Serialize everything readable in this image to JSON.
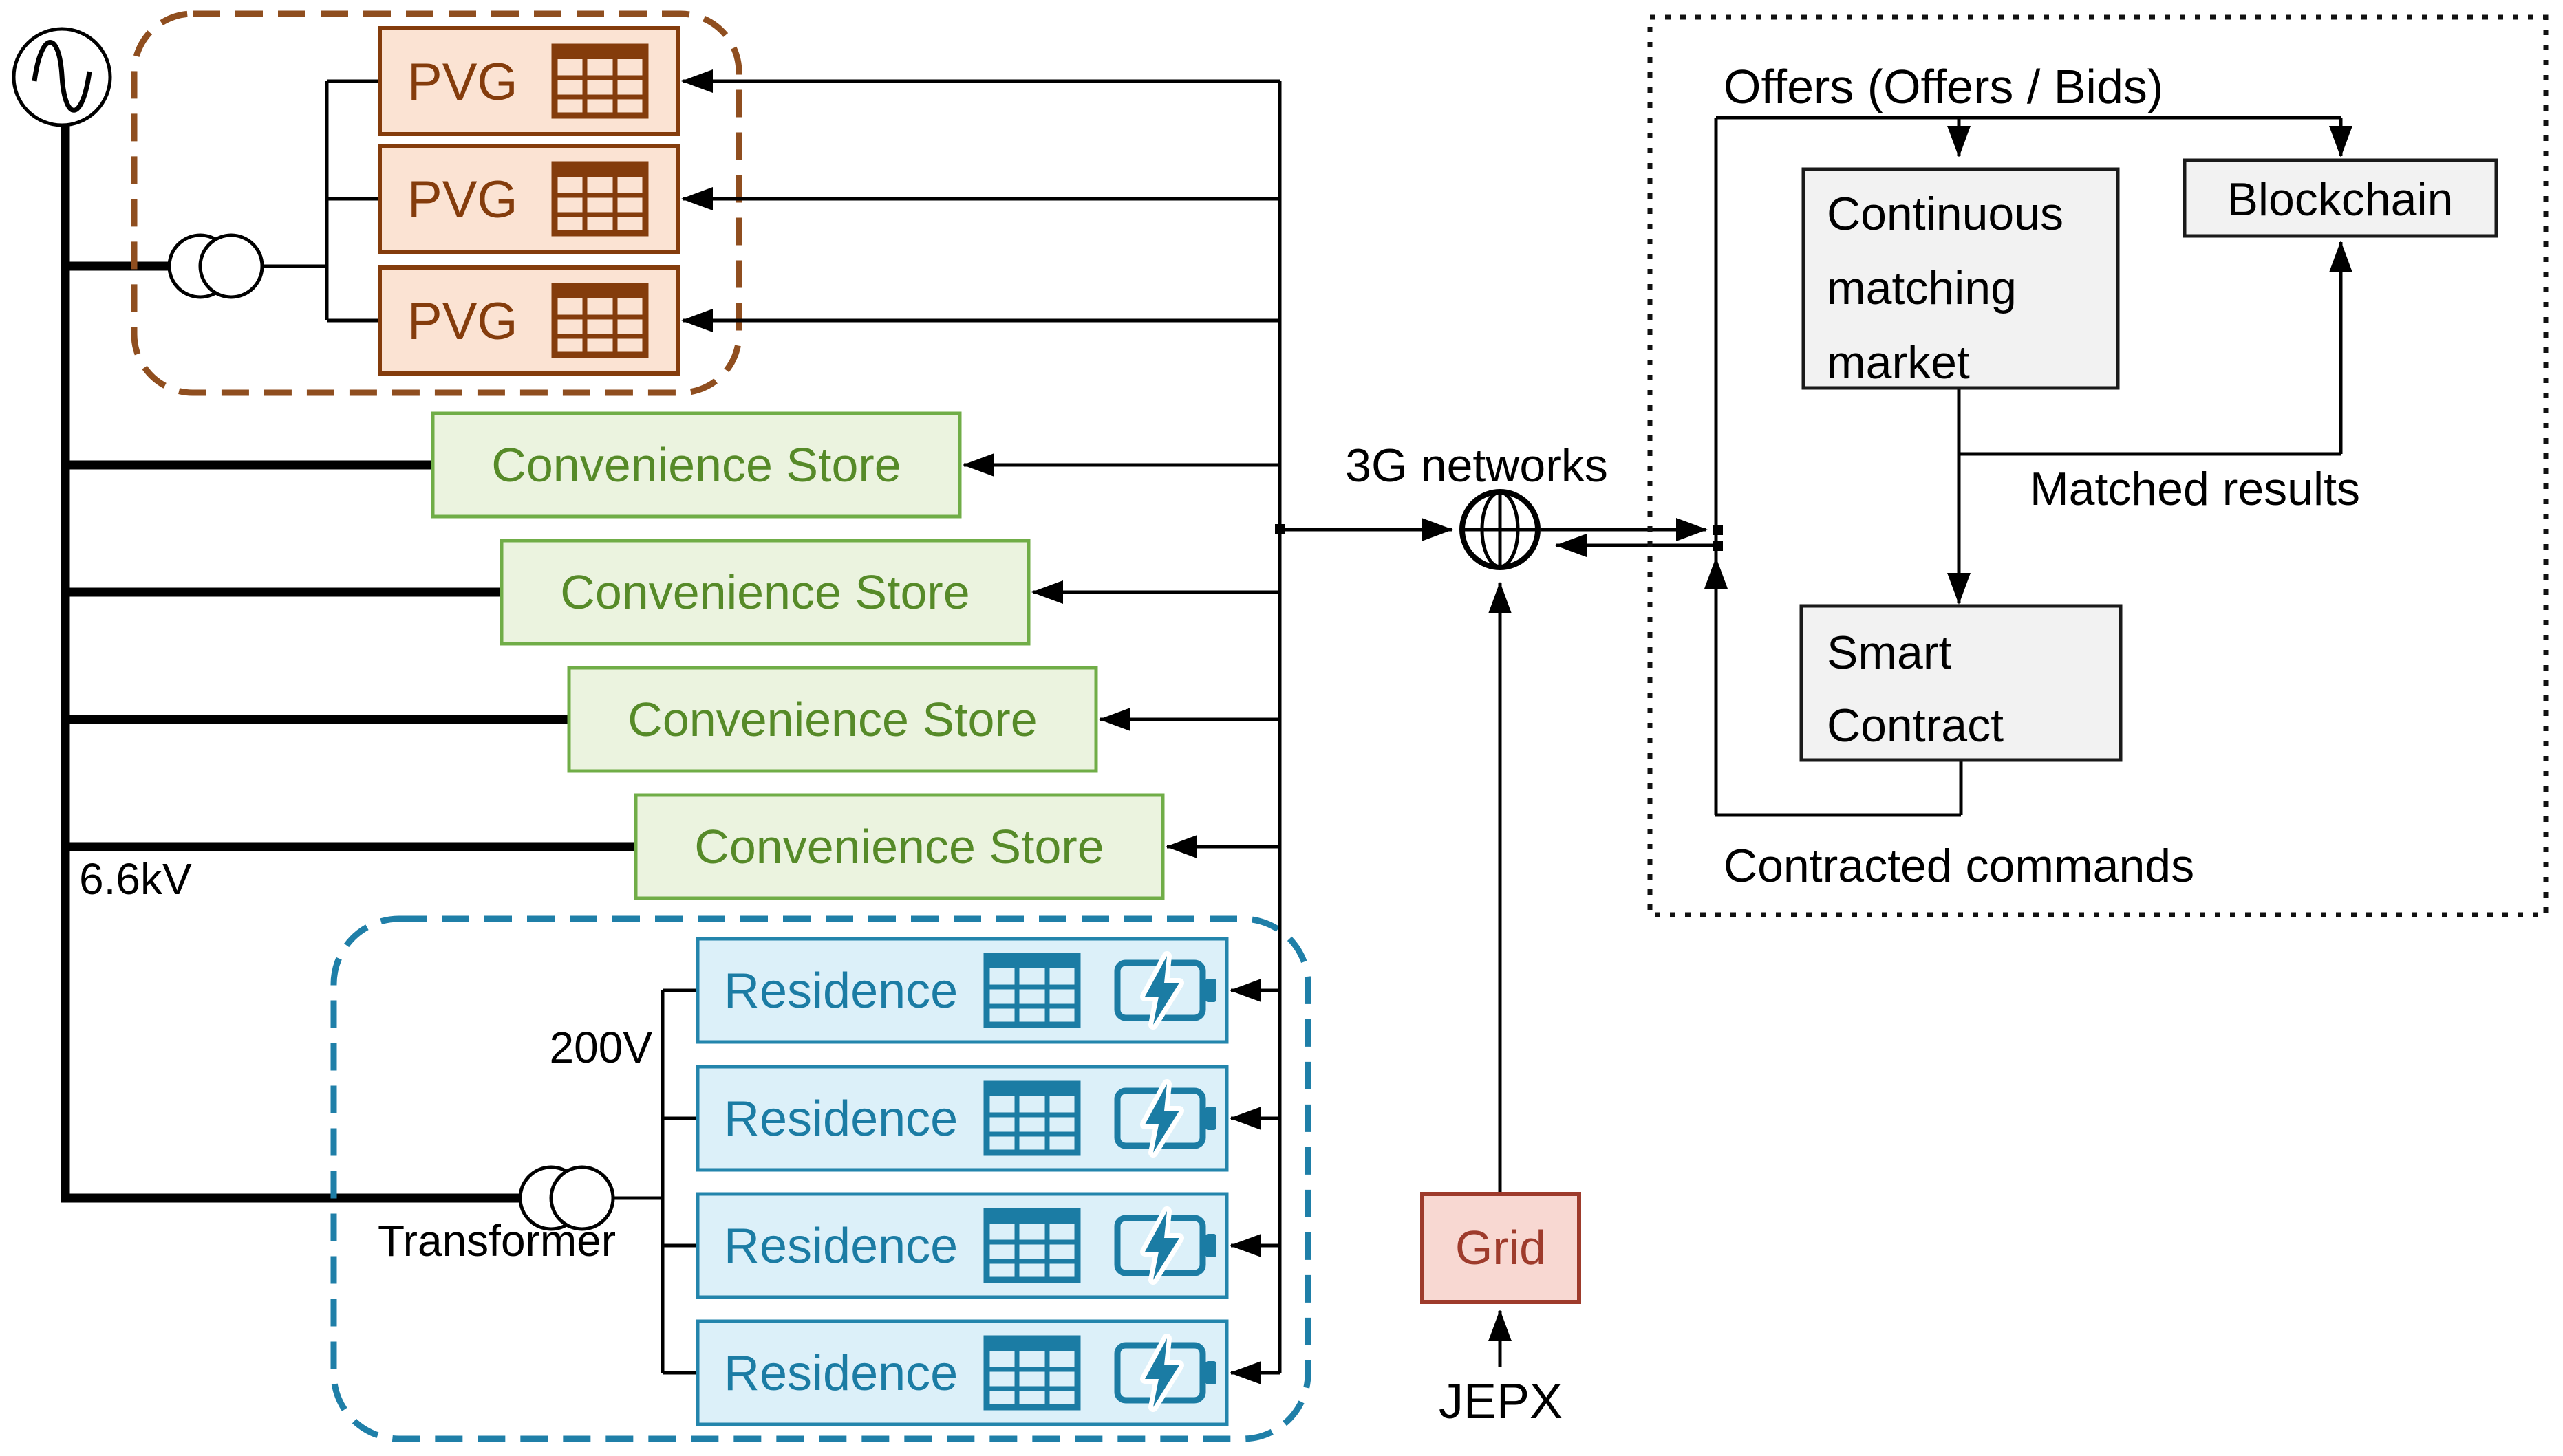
{
  "bus": {
    "voltage_label": "6.6kV"
  },
  "pvg": {
    "items": [
      {
        "label": "PVG"
      },
      {
        "label": "PVG"
      },
      {
        "label": "PVG"
      }
    ]
  },
  "stores": {
    "items": [
      {
        "label": "Convenience Store"
      },
      {
        "label": "Convenience Store"
      },
      {
        "label": "Convenience Store"
      },
      {
        "label": "Convenience Store"
      }
    ]
  },
  "residence_group": {
    "voltage_label": "200V",
    "transformer_label": "Transformer",
    "items": [
      {
        "label": "Residence"
      },
      {
        "label": "Residence"
      },
      {
        "label": "Residence"
      },
      {
        "label": "Residence"
      }
    ]
  },
  "network": {
    "label": "3G networks"
  },
  "grid": {
    "label": "Grid",
    "exchange_label": "JEPX"
  },
  "platform": {
    "offers_label": "Offers (Offers / Bids)",
    "matching_market_lines": [
      "Continuous",
      "matching",
      "market"
    ],
    "blockchain_label": "Blockchain",
    "matched_results_label": "Matched results",
    "smart_contract_lines": [
      "Smart",
      "Contract"
    ],
    "contracted_commands_label": "Contracted commands"
  },
  "colors": {
    "pvg_fill": "#FBE3D3",
    "pvg_border": "#843C0C",
    "pvg_group_dash": "#8F4E1F",
    "store_fill": "#EBF3DF",
    "store_border": "#70AD47",
    "store_text": "#568A28",
    "residence_fill": "#DCF0F9",
    "residence_border": "#2385AC",
    "residence_group_dash": "#1F7FA8",
    "platform_box_fill": "#F2F2F2",
    "grid_fill": "#F8D8D2",
    "grid_border": "#9E3B2C",
    "line_color": "#000000"
  }
}
